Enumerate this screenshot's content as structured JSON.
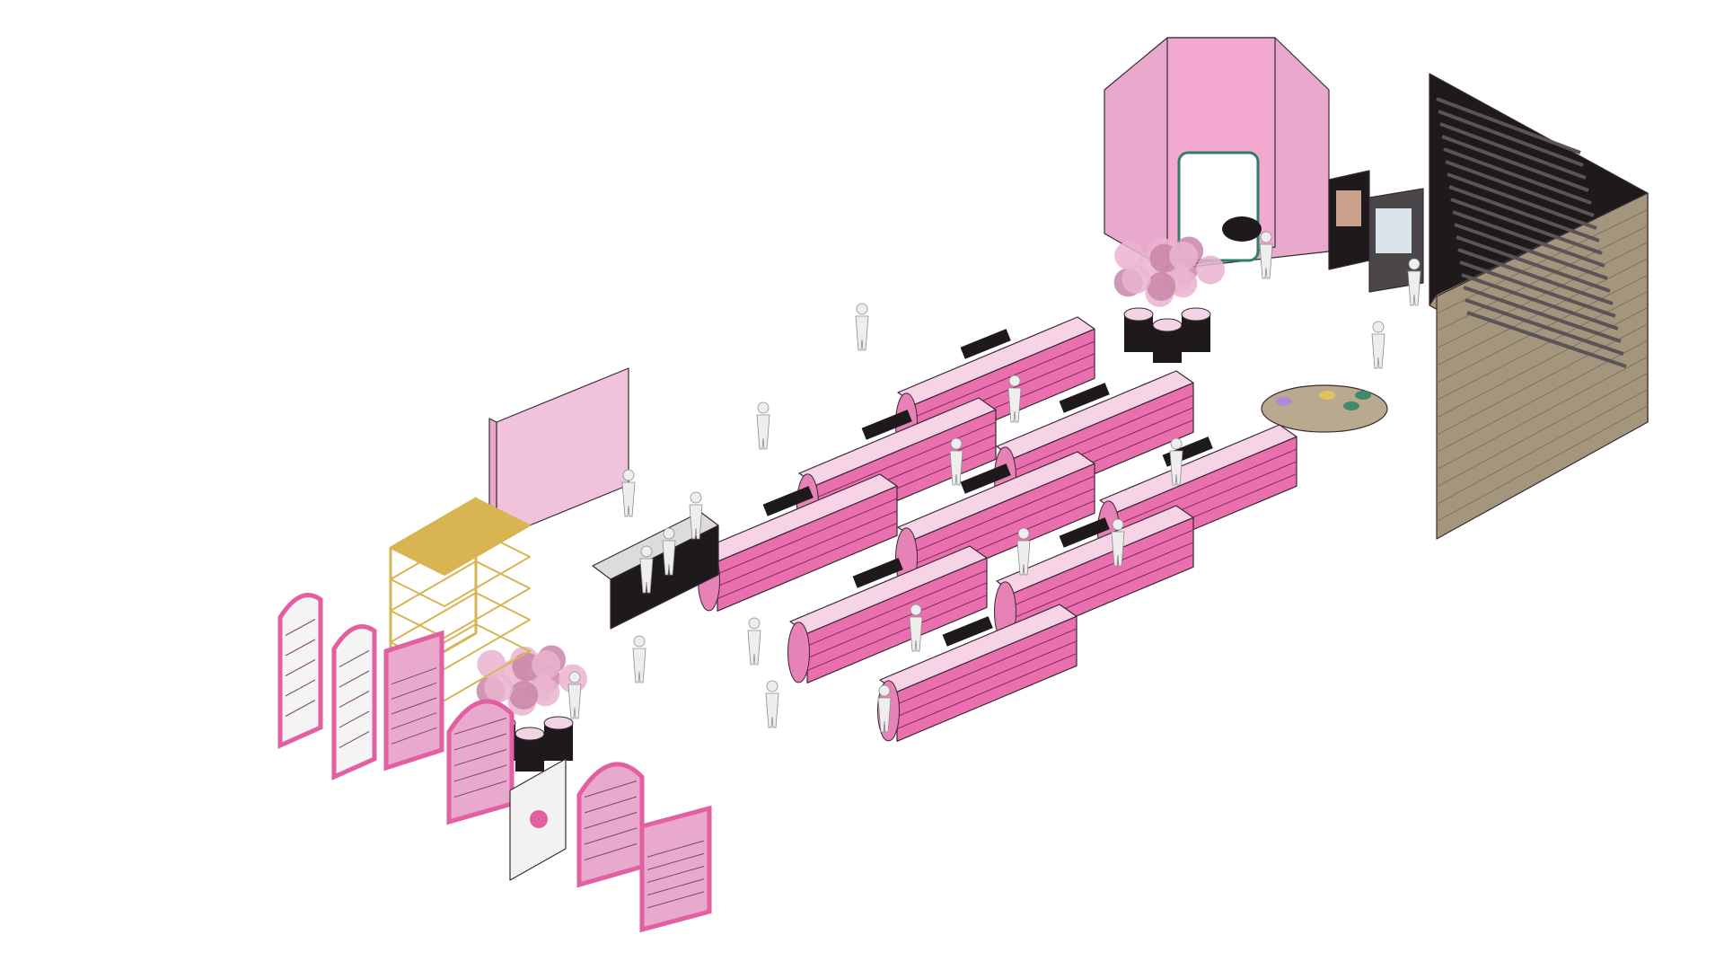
{
  "scene": {
    "kind": "isometric-store-layout",
    "colors": {
      "floor": "#ffffff",
      "wall_light": "#e9a9cd",
      "wall_mid": "#de8cbd",
      "wall_dark": "#cf4f95",
      "wall_pale": "#f0c2dc",
      "accent_pink": "#ea6fae",
      "gold": "#e8c45a",
      "shelf_gold": "#d8b452",
      "black": "#1e1a1c",
      "wood": "#a4967c",
      "wood_dark": "#7f735e",
      "figure": "#eeeeee",
      "table": "#b9a98e",
      "blossom": "#eab4cf",
      "blossom_dark": "#c985a9",
      "lilac": "#b08ad8",
      "gold_puck": "#e2c25a",
      "green_puck": "#3d8a6f",
      "mirror": "#f4f4f4",
      "frame_pink": "#e25fa2"
    },
    "components": {
      "back_wall_bays": 7,
      "front_wall_bays": 11,
      "gondola_units": 9,
      "round_display_pods": 2,
      "vending_machines": 2,
      "mirror_panels": 2,
      "exploded_shelf_units": 5,
      "visitor_figures": 20
    }
  }
}
